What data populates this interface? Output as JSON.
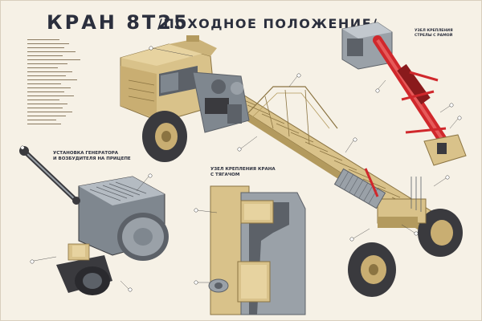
{
  "title": "КРАН 8Т25",
  "subtitle": "/ПОХОДНОЕ ПОЛОЖЕНИЕ/",
  "captions": {
    "generator": [
      "УСТАНОВКА ГЕНЕРАТОРА",
      "И ВОЗБУДИТЕЛЯ НА ПРИЦЕПЕ"
    ],
    "crane_joint": [
      "УЗЕЛ КРЕПЛЕНИЯ КРАНА",
      "С ТЯГАЧОМ"
    ],
    "arrow_fastening": [
      "УЗЕЛ КРЕПЛЕНИЯ",
      "СТРЕЛЫ С РАМОЙ"
    ]
  },
  "colors": {
    "paper": "#f6f1e6",
    "title_ink": "#2b2f3d",
    "tan_body": "#d9c28a",
    "tan_shade": "#b39a5e",
    "tan_dark": "#8b7442",
    "tire": "#3a3a3e",
    "steel_grey": "#9aa1a8",
    "steel_dark": "#5c6168",
    "cylinder_red": "#d0282c",
    "callout_line": "#3b3b3b"
  }
}
